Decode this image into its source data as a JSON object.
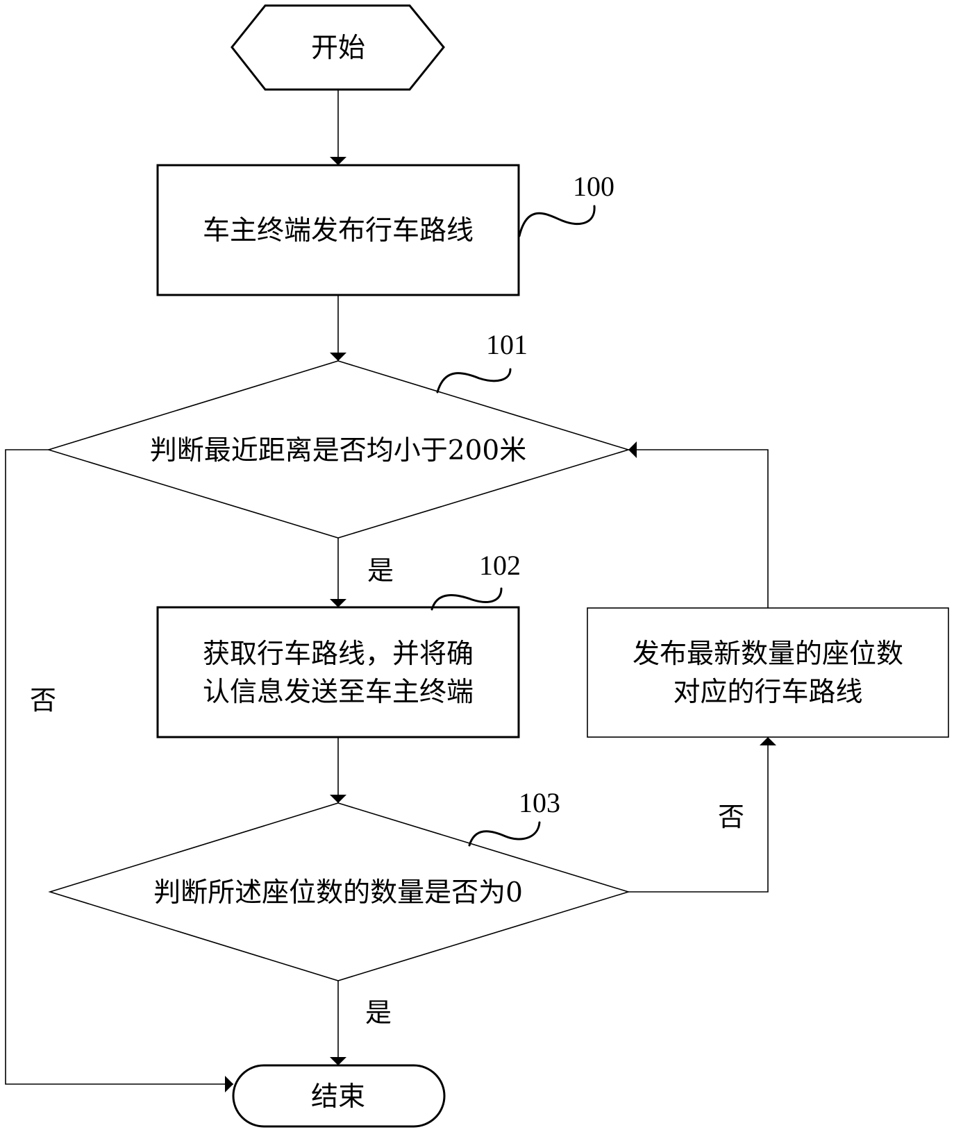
{
  "diagram": {
    "type": "flowchart",
    "nodes": {
      "start": {
        "label": "开始",
        "shape": "hexagon"
      },
      "step100": {
        "ref": "100",
        "label": "车主终端发布行车路线",
        "shape": "rectangle"
      },
      "step101": {
        "ref": "101",
        "label": "判断最近距离是否均小于200米",
        "shape": "diamond"
      },
      "step102": {
        "ref": "102",
        "lines": [
          "获取行车路线，并将确",
          "认信息发送至车主终端"
        ],
        "shape": "rectangle"
      },
      "publish": {
        "lines": [
          "发布最新数量的座位数",
          "对应的行车路线"
        ],
        "shape": "rectangle"
      },
      "step103": {
        "ref": "103",
        "label": "判断所述座位数的数量是否为0",
        "shape": "diamond"
      },
      "end": {
        "label": "结束",
        "shape": "terminal"
      }
    },
    "edges": {
      "start_to_100": {
        "from": "start",
        "to": "step100",
        "label": ""
      },
      "100_to_101": {
        "from": "step100",
        "to": "step101",
        "label": ""
      },
      "101_yes": {
        "from": "step101",
        "to": "step102",
        "label": "是"
      },
      "101_no": {
        "from": "step101",
        "to": "end",
        "label": "否"
      },
      "102_to_103": {
        "from": "step102",
        "to": "step103",
        "label": ""
      },
      "103_no": {
        "from": "step103",
        "to": "publish",
        "label": "否"
      },
      "publish_to_101": {
        "from": "publish",
        "to": "step101",
        "label": ""
      },
      "103_yes": {
        "from": "step103",
        "to": "end",
        "label": "是"
      }
    }
  }
}
